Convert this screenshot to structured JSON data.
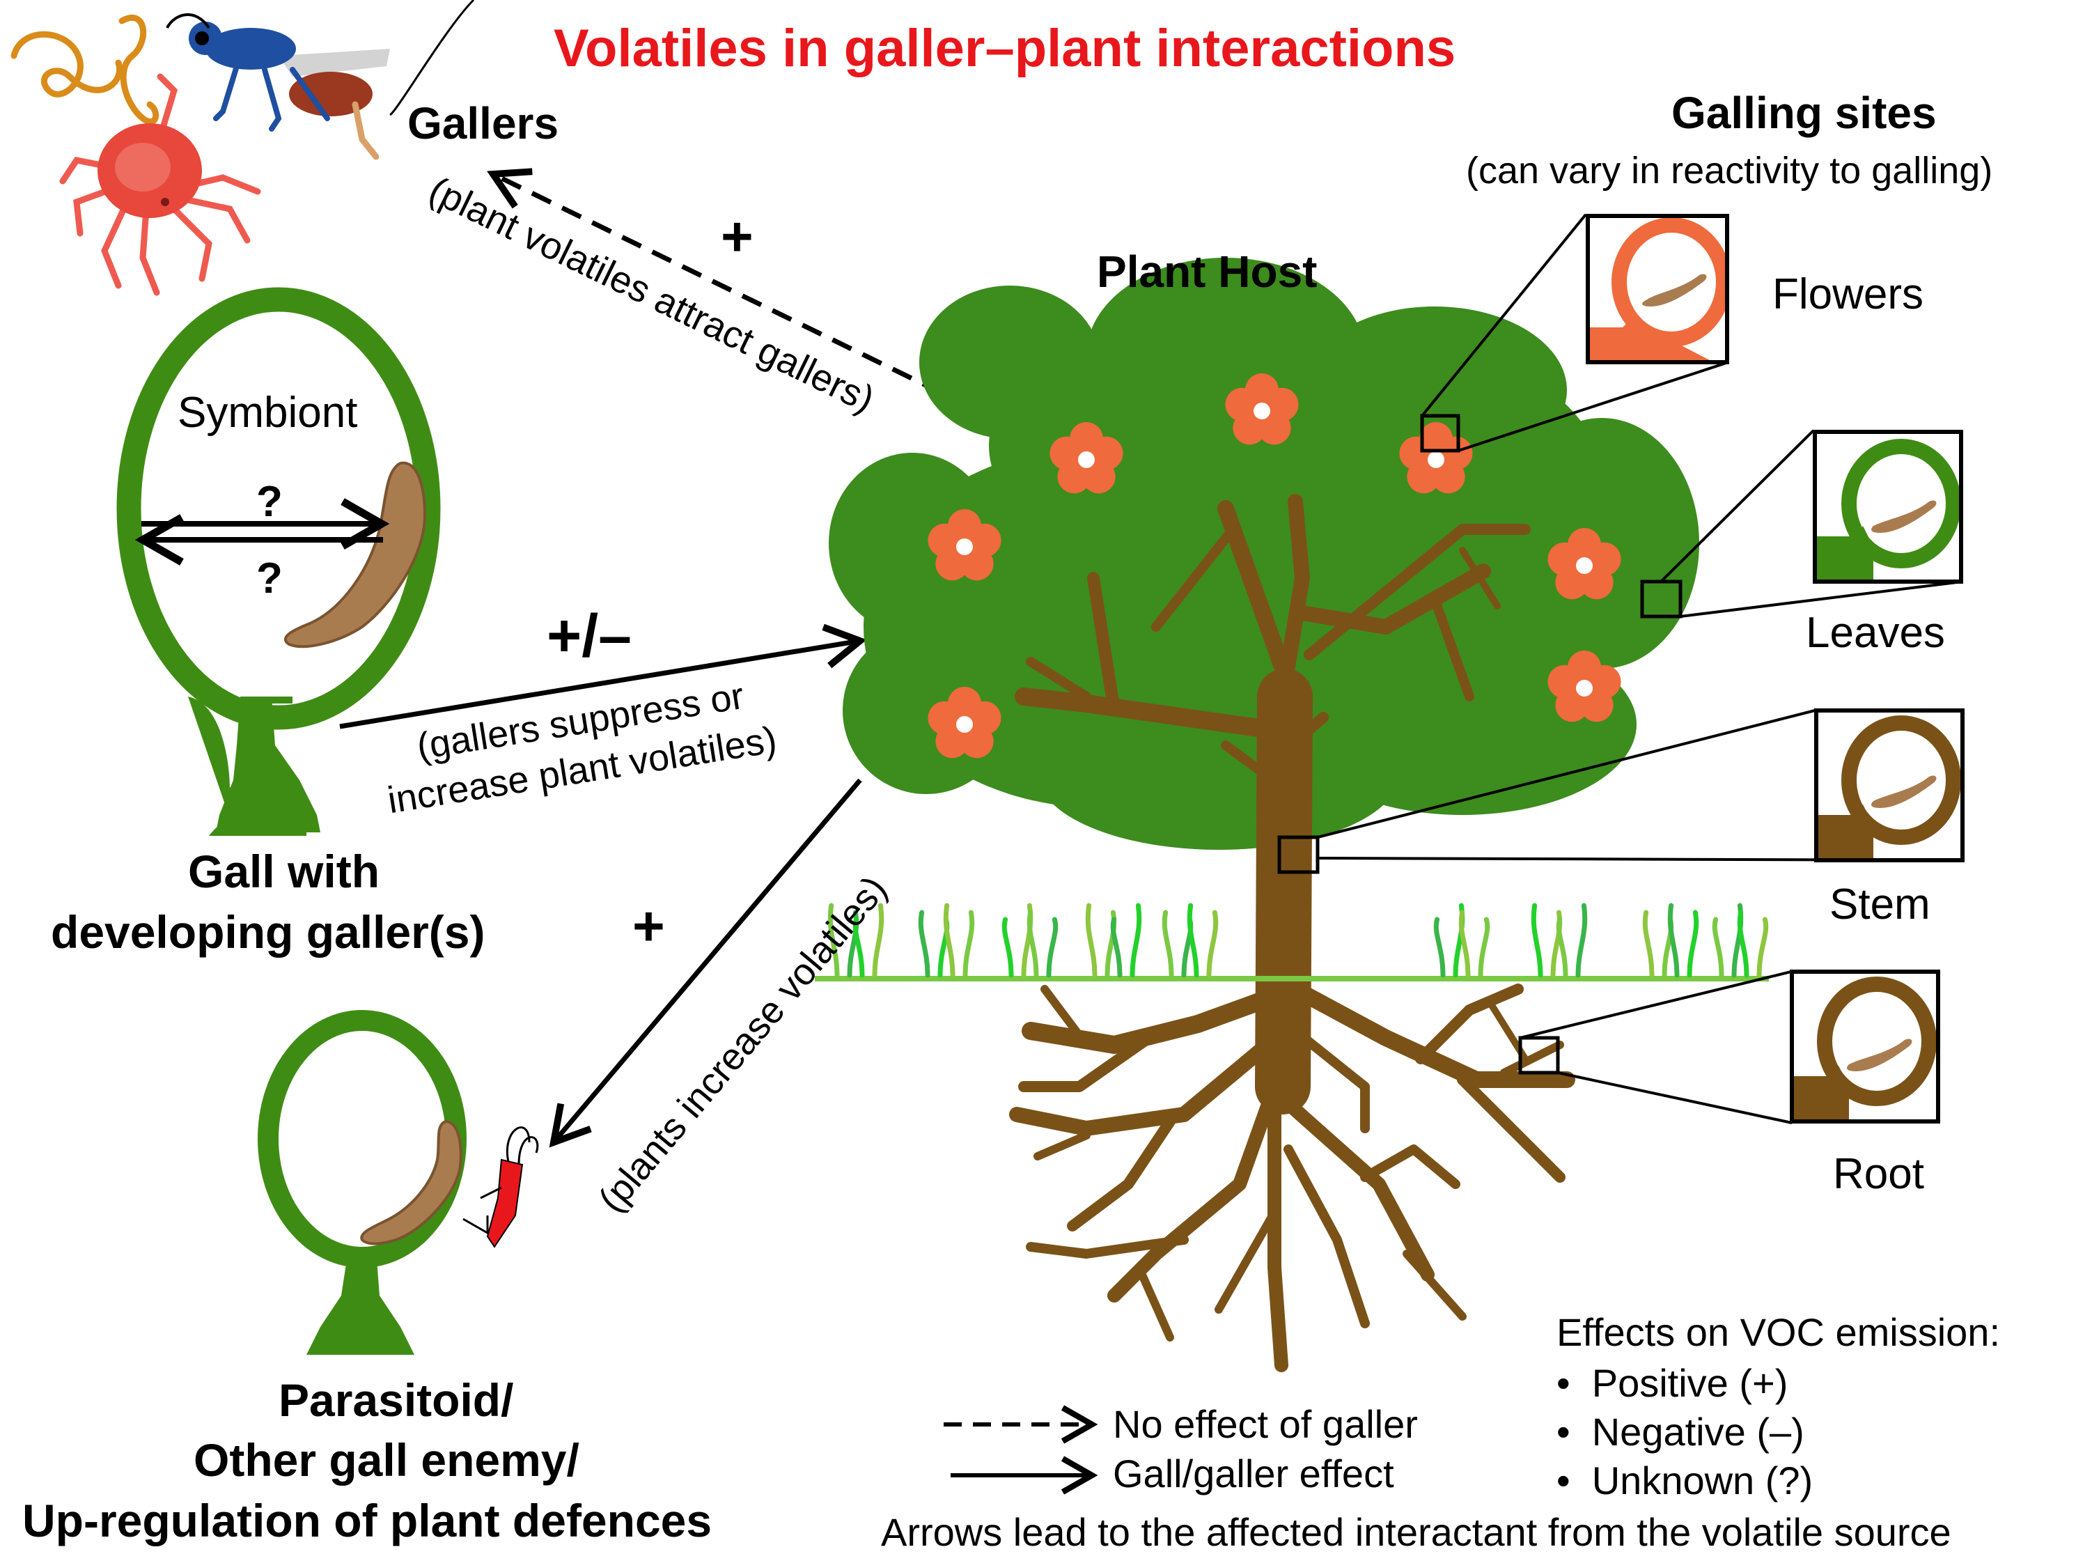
{
  "title": "Volatiles in galler–plant interactions",
  "labels": {
    "gallers": "Gallers",
    "plant_host": "Plant Host",
    "galling_sites": "Galling sites",
    "galling_sites_sub": "(can vary in reactivity to galling)",
    "symbiont": "Symbiont",
    "gall_line1": "Gall with",
    "gall_line2": "developing galler(s)",
    "parasitoid_line1": "Parasitoid/",
    "parasitoid_line2": "Other gall enemy/",
    "parasitoid_line3": "Up-regulation of plant defences"
  },
  "sites": [
    "Flowers",
    "Leaves",
    "Stem",
    "Root"
  ],
  "arrows": {
    "attract_sign": "+",
    "attract_text": "(plant volatiles attract gallers)",
    "suppress_sign": "+/–",
    "suppress_line1": "(gallers suppress or",
    "suppress_line2": "increase plant volatiles)",
    "increase_sign": "+",
    "increase_text": "(plants increase volatiles)",
    "symbiont_q1": "?",
    "symbiont_q2": "?"
  },
  "legend": {
    "dashed": "No effect of galler",
    "solid": "Gall/galler effect",
    "effects_title": "Effects on VOC emission:",
    "effects": [
      "Positive (+)",
      "Negative (–)",
      "Unknown (?)"
    ],
    "footer": "Arrows lead to the affected interactant from the volatile source"
  },
  "colors": {
    "title_red": "#e8171c",
    "gall_green": "#3f8c14",
    "canopy_green": "#3d8c1e",
    "trunk_brown": "#7a5218",
    "larva_brown": "#a97c50",
    "flower_orange": "#ef6a3c",
    "grass_green": "#7ac943",
    "mite_red": "#e8473c",
    "wasp_blue": "#1f4fa0"
  }
}
